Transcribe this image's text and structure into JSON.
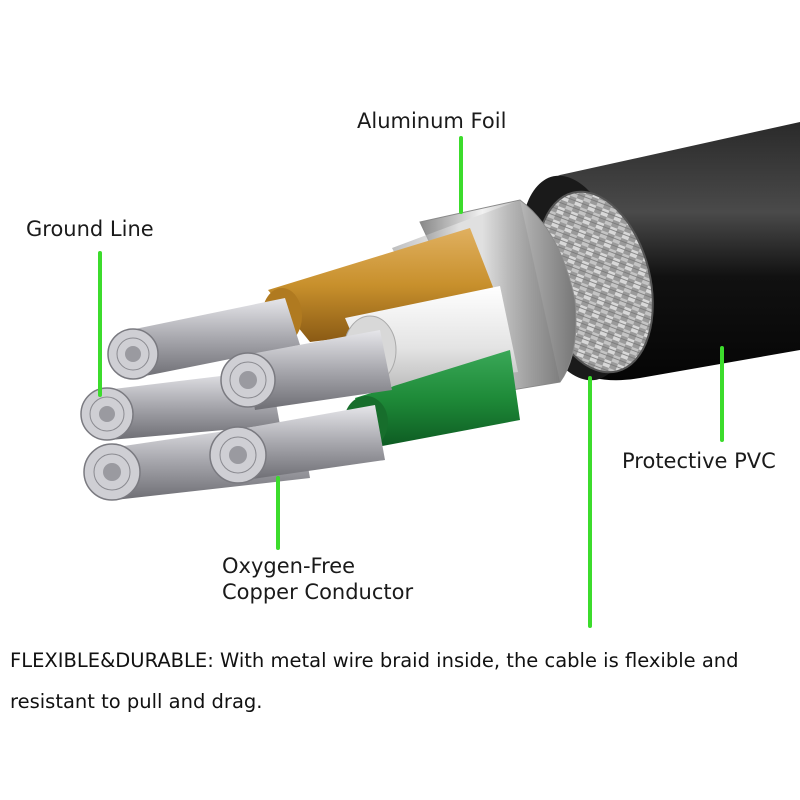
{
  "labels": {
    "aluminum_foil": "Aluminum Foil",
    "ground_line": "Ground Line",
    "protective_pvc": "Protective PVC",
    "copper_line1": "Oxygen-Free",
    "copper_line2": "Copper Conductor"
  },
  "caption": {
    "heading": "FLEXIBLE&DURABLE:",
    "body": " With metal wire braid inside, the cable is flexible and resistant to pull and drag."
  },
  "colors": {
    "leader_line": "#3cdc2c",
    "jacket": "#141414",
    "foil": "#c8c8c8",
    "insulation_orange": "#c8902c",
    "insulation_white": "#ececec",
    "insulation_green": "#1e8a38",
    "strands": "#b4b4b8"
  }
}
